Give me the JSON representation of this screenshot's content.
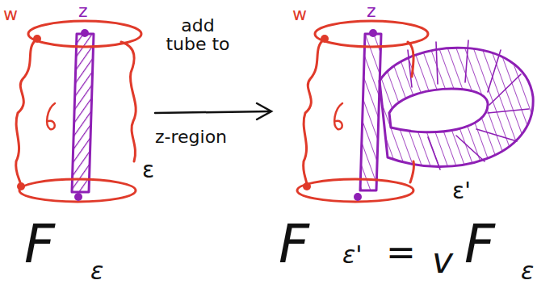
{
  "diagram": {
    "labels": [
      "w",
      "z",
      "ε",
      "add tube to",
      "z-region",
      "w",
      "z",
      "ε'",
      "F",
      "ε",
      "F",
      "ε'",
      "=",
      "v",
      "F",
      "ε"
    ]
  }
}
